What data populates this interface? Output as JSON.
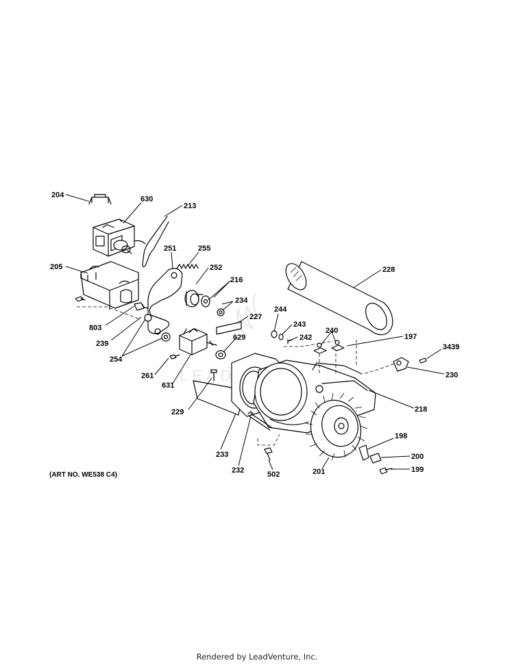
{
  "diagram": {
    "art_number": "(ART NO. WE538 C4)",
    "watermark": "LEADVENTURE",
    "footer": "Rendered by LeadVenture, Inc.",
    "callouts": {
      "c204": "204",
      "c630": "630",
      "c213": "213",
      "c205": "205",
      "c251": "251",
      "c255": "255",
      "c252": "252",
      "c216": "216",
      "c234": "234",
      "c227": "227",
      "c803": "803",
      "c239": "239",
      "c254": "254",
      "c629": "629",
      "c261": "261",
      "c631": "631",
      "c229": "229",
      "c228": "228",
      "c244": "244",
      "c243": "243",
      "c242": "242",
      "c240": "240",
      "c197": "197",
      "c3439": "3439",
      "c230": "230",
      "c218": "218",
      "c198": "198",
      "c200": "200",
      "c199": "199",
      "c201": "201",
      "c502": "502",
      "c232": "232",
      "c233": "233"
    }
  }
}
